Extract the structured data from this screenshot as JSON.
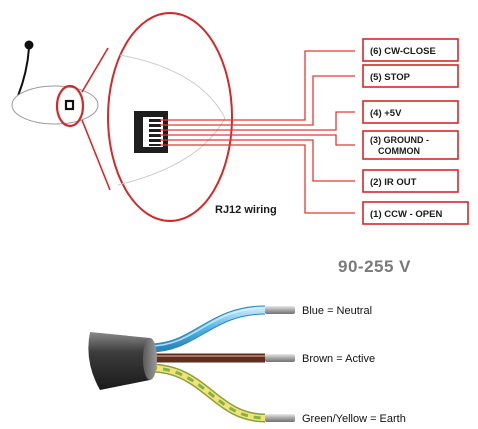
{
  "diagram": {
    "rj12_caption": "RJ12 wiring",
    "voltage_label": "90-255 V",
    "colors": {
      "accent_red": "#d62828",
      "pin_wire": "#e53935",
      "connector": "#1e1e1e",
      "blue_wire": "#4fb3e6",
      "brown_wire": "#8a4a32",
      "green_yellow_wire": "#b7c84a",
      "cable_jacket": "#3a3a3a",
      "voltage_text": "#7a7a7a"
    },
    "rj12_pins": [
      {
        "number": 6,
        "label": "(6) CW-CLOSE"
      },
      {
        "number": 5,
        "label": "(5) STOP"
      },
      {
        "number": 4,
        "label": "(4) +5V"
      },
      {
        "number": 3,
        "label_line1": "(3) GROUND -",
        "label_line2": "COMMON"
      },
      {
        "number": 2,
        "label": "(2) IR OUT"
      },
      {
        "number": 1,
        "label": "(1) CCW - OPEN"
      }
    ],
    "mains_wires": [
      {
        "label": "Blue = Neutral",
        "color": "blue"
      },
      {
        "label": "Brown = Active",
        "color": "brown"
      },
      {
        "label": "Green/Yellow = Earth",
        "color": "green-yellow"
      }
    ]
  }
}
